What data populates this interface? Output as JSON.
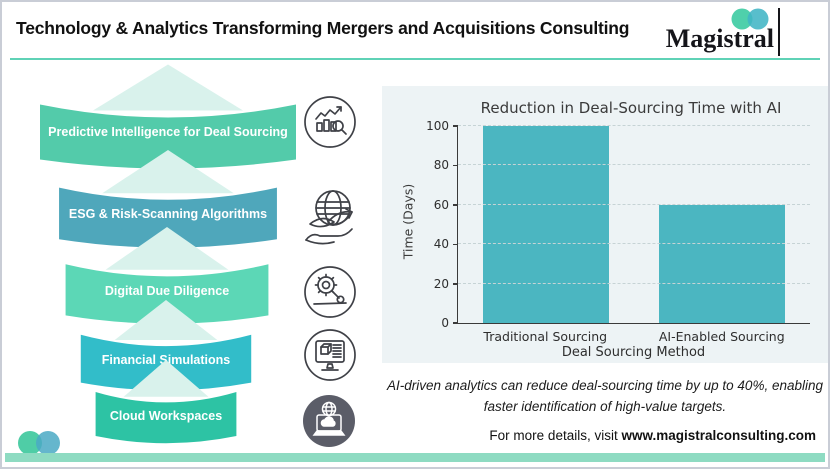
{
  "header": {
    "title": "Technology & Analytics Transforming Mergers and Acquisitions Consulting",
    "brand_name": "Magistral"
  },
  "funnel": {
    "items": [
      {
        "label": "Predictive Intelligence for Deal Sourcing",
        "color": "#53cbaa",
        "icon": "chart-trend-magnifier-icon"
      },
      {
        "label": "ESG & Risk-Scanning Algorithms",
        "color": "#4fa7bb",
        "icon": "globe-leaves-hand-icon"
      },
      {
        "label": "Digital Due Diligence",
        "color": "#5cd7b6",
        "icon": "gear-magnifier-icon"
      },
      {
        "label": "Financial Simulations",
        "color": "#32bdc9",
        "icon": "monitor-cube-icon"
      },
      {
        "label": "Cloud Workspaces",
        "color": "#2dc3a4",
        "icon": "cloud-laptop-globe-icon"
      }
    ],
    "chevron_color": "#d9f2ec"
  },
  "chart_data": {
    "type": "bar",
    "title": "Reduction in Deal-Sourcing Time with AI",
    "categories": [
      "Traditional Sourcing",
      "AI-Enabled Sourcing"
    ],
    "values": [
      100,
      60
    ],
    "xlabel": "Deal Sourcing Method",
    "ylabel": "Time (Days)",
    "ylim": [
      0,
      100
    ],
    "yticks": [
      0,
      20,
      40,
      60,
      80,
      100
    ],
    "bar_color": "#4bb6c1",
    "grid": true,
    "legend": "none",
    "panel_background": "#edf3f5"
  },
  "annotation": {
    "line1": "AI-driven analytics can reduce deal-sourcing time by up to 40%, enabling",
    "line2": "faster identification of high-value targets."
  },
  "footer": {
    "prefix": "For more details, visit ",
    "url": "www.magistralconsulting.com"
  },
  "colors": {
    "header_rule": "#5fd2b6",
    "bottom_bar": "#8edbc2",
    "logo_circle_left": "#4fd0ab",
    "logo_circle_right": "#41b5c5",
    "dark_icon_circle": "#5b5d68"
  }
}
